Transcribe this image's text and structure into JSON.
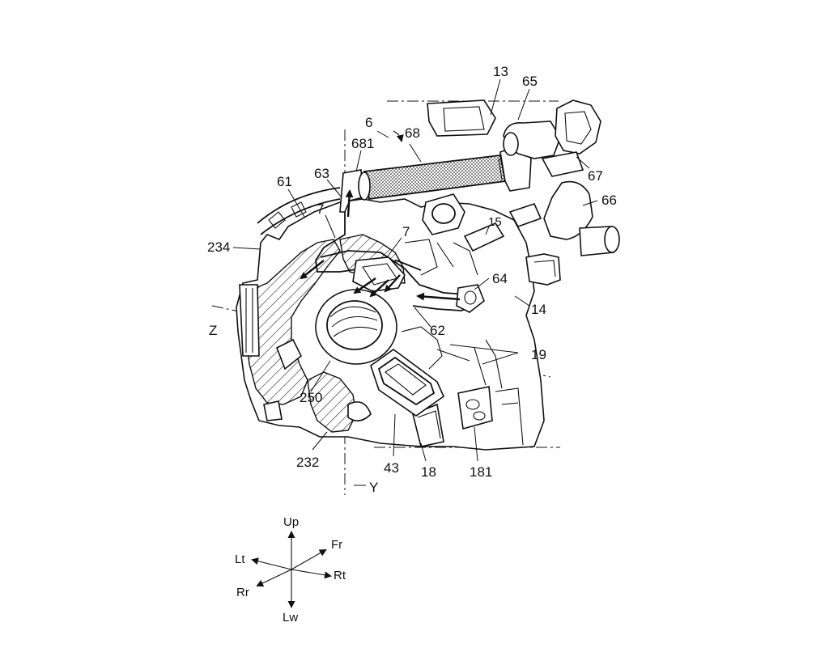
{
  "labels": {
    "l13": "13",
    "l65": "65",
    "l6": "6",
    "l68": "68",
    "l681": "681",
    "l63": "63",
    "l61": "61",
    "l67": "67",
    "l66": "66",
    "l7a": "7",
    "l7b": "7",
    "l15": "15",
    "l234": "234",
    "l64": "64",
    "l14": "14",
    "lZ": "Z",
    "l62": "62",
    "l19": "19",
    "l250": "250",
    "l232": "232",
    "l43": "43",
    "l18": "18",
    "l181": "181",
    "lY": "Y"
  },
  "compass": {
    "up": "Up",
    "lw": "Lw",
    "lt": "Lt",
    "rt": "Rt",
    "fr": "Fr",
    "rr": "Rr"
  },
  "colors": {
    "line": "#111111",
    "background": "#ffffff",
    "hatch_fill": "#555555"
  }
}
